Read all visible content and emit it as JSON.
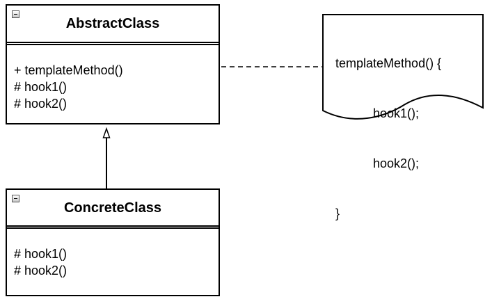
{
  "abstract_class": {
    "name": "AbstractClass",
    "members": [
      "+ templateMethod()",
      "# hook1()",
      "# hook2()"
    ]
  },
  "concrete_class": {
    "name": "ConcreteClass",
    "members": [
      "# hook1()",
      "# hook2()"
    ]
  },
  "note": {
    "lines": [
      "templateMethod() {",
      "hook1();",
      "hook2();",
      "}"
    ]
  },
  "icons": {
    "collapse": "collapse-icon",
    "inheritance_arrow": "hollow-triangle-arrowhead"
  },
  "colors": {
    "line": "#000000",
    "background": "#ffffff"
  }
}
